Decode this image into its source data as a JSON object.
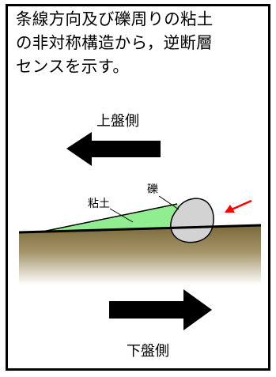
{
  "caption": {
    "lines": [
      "条線方向及び礫周りの粘土",
      "の非対称構造から，逆断層",
      "センスを示す。"
    ]
  },
  "diagram": {
    "hanging_wall_label": "上盤側",
    "footwall_label": "下盤側",
    "clay_label": "粘土",
    "gravel_label": "礫",
    "colors": {
      "clay_fill": "#90ee90",
      "gravel_fill": "#d3d3d3",
      "ground_top": "#7a6a3a",
      "ground_fade": "#ffffff",
      "pointer_arrow": "#ff0000",
      "shear_arrow": "#000000"
    },
    "icons": {
      "hanging_wall_arrow": "arrow-left",
      "footwall_arrow": "arrow-right",
      "pointer": "red-arrow-pointing-at-gravel"
    }
  }
}
